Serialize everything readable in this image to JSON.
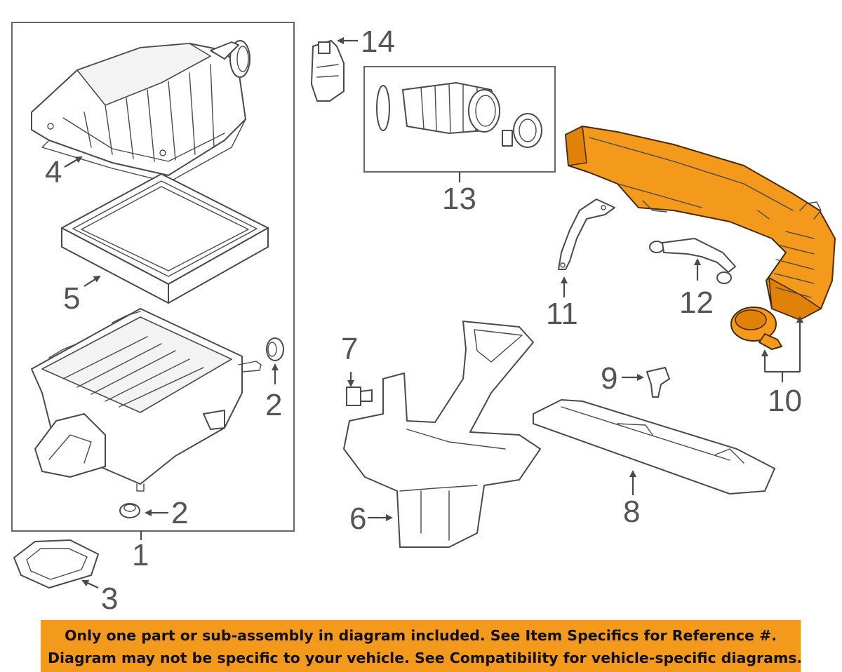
{
  "callouts": {
    "c1": "1",
    "c2a": "2",
    "c2b": "2",
    "c3": "3",
    "c4": "4",
    "c5": "5",
    "c6": "6",
    "c7": "7",
    "c8": "8",
    "c9": "9",
    "c10": "10",
    "c11": "11",
    "c12": "12",
    "c13": "13",
    "c14": "14"
  },
  "highlighted_part": "10",
  "colors": {
    "highlight": "#f39a1d",
    "linework": "#4a4a4a",
    "banner": "#f39a1d"
  },
  "banner": {
    "line1": "Only one part or sub-assembly in diagram included. See Item Specifics for Reference #.",
    "line2": "Diagram may not be specific to your vehicle. See Compatibility for vehicle-specific diagrams."
  }
}
